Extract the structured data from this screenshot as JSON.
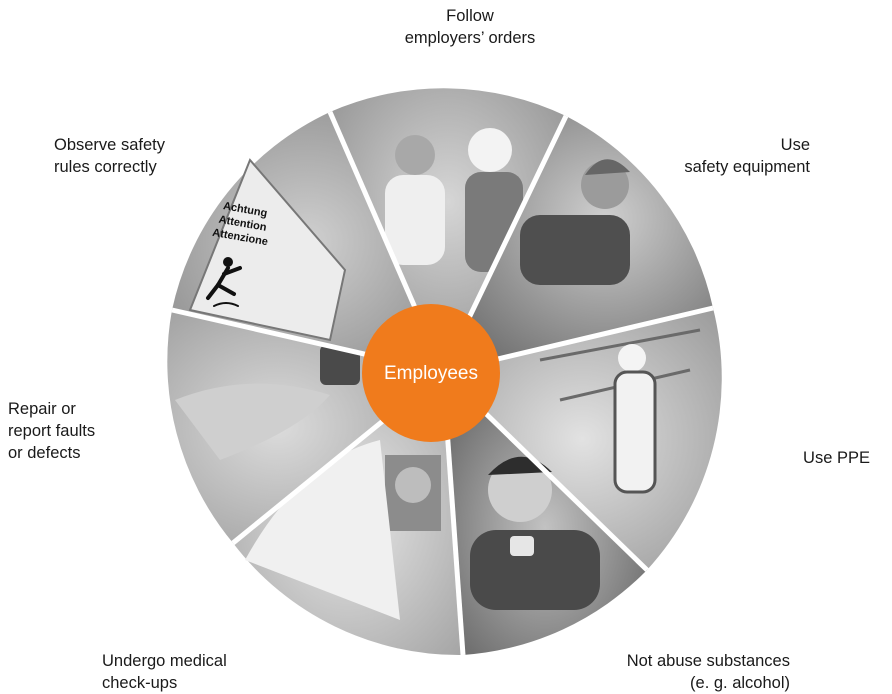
{
  "center": {
    "label": "Employees",
    "color": "#f07b1c"
  },
  "segments": [
    {
      "id": "follow-orders",
      "lines": [
        "Follow",
        "employers’ orders"
      ]
    },
    {
      "id": "use-safety-equipment",
      "lines": [
        "Use",
        "safety equipment"
      ]
    },
    {
      "id": "use-ppe",
      "lines": [
        "Use PPE"
      ]
    },
    {
      "id": "not-abuse-substances",
      "lines": [
        "Not abuse substances",
        "(e. g. alcohol)"
      ]
    },
    {
      "id": "undergo-medical-checkups",
      "lines": [
        "Undergo medical",
        "check-ups"
      ]
    },
    {
      "id": "repair-report-faults",
      "lines": [
        "Repair or",
        "report faults",
        "or defects"
      ]
    },
    {
      "id": "observe-safety-rules",
      "lines": [
        "Observe safety",
        "rules correctly"
      ]
    }
  ],
  "sign_text": [
    "Achtung",
    "Attention",
    "Attenzione"
  ],
  "colors": {
    "segment_fill": "#b9b9b9",
    "divider": "#ffffff",
    "text": "#1a1a1a"
  }
}
